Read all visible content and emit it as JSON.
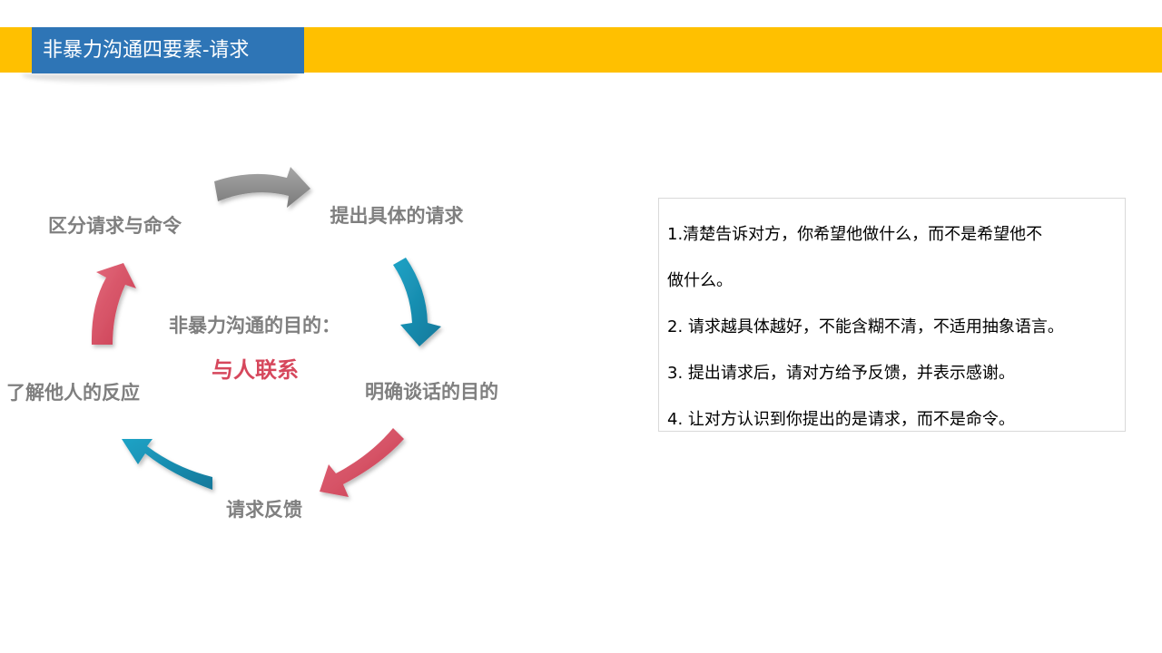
{
  "header": {
    "title": "非暴力沟通四要素-请求"
  },
  "colors": {
    "accent_bar": "#ffc000",
    "title_box": "#2e75b6",
    "arrow_gray": "#8c8c8c",
    "arrow_teal": "#1a8fb0",
    "arrow_red": "#d94f62",
    "center_highlight": "#d6475c",
    "label_gray": "#7f7f7f"
  },
  "diagram": {
    "center": {
      "title": "非暴力沟通的目的：",
      "value": "与人联系"
    },
    "steps": [
      {
        "label": "提出具体的请求"
      },
      {
        "label": "明确谈话的目的"
      },
      {
        "label": "请求反馈"
      },
      {
        "label": "了解他人的反应"
      },
      {
        "label": "区分请求与命令"
      }
    ],
    "arrows": [
      {
        "name": "arrow-top",
        "color": "gray"
      },
      {
        "name": "arrow-right",
        "color": "teal"
      },
      {
        "name": "arrow-bottom-right",
        "color": "red"
      },
      {
        "name": "arrow-bottom-left",
        "color": "teal"
      },
      {
        "name": "arrow-left",
        "color": "red"
      }
    ]
  },
  "notes": [
    "1.清楚告诉对方，你希望他做什么，而不是希望他不",
    "做什么。",
    "2. 请求越具体越好，不能含糊不清，不适用抽象语言。",
    "3. 提出请求后，请对方给予反馈，并表示感谢。",
    "4. 让对方认识到你提出的是请求，而不是命令。"
  ]
}
